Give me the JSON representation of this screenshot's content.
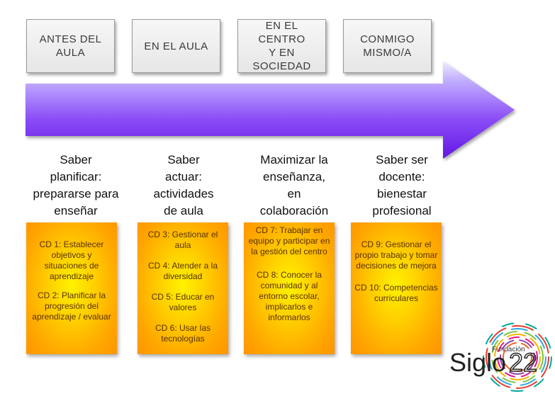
{
  "stages": [
    {
      "label": "ANTES DEL\nAULA"
    },
    {
      "label": "EN EL AULA"
    },
    {
      "label": "EN EL CENTRO\nY EN\nSOCIEDAD"
    },
    {
      "label": "CONMIGO\nMISMO/A"
    }
  ],
  "goals": [
    {
      "label": "Saber\nplanificar:\nprepararse para\nenseñar"
    },
    {
      "label": "Saber\nactuar:\nactividades\nde aula"
    },
    {
      "label": "Maximizar la\nenseñanza,\nen\ncolaboración"
    },
    {
      "label": "Saber ser\ndocente:\nbienestar\nprofesional"
    }
  ],
  "competencies": [
    {
      "items": [
        "CD 1: Establecer objetivos y situaciones de aprendizaje",
        "CD 2: Planificar la progresión del aprendizaje / evaluar"
      ]
    },
    {
      "items": [
        "CD 3: Gestionar el aula",
        "CD 4: Atender a la diversidad",
        "CD 5: Educar en valores",
        "CD 6: Usar las tecnologías"
      ]
    },
    {
      "items": [
        "CD 7: Trabajar en equipo y participar en la gestión del centro",
        "CD 8: Conocer la comunidad y al entorno escolar, implicarlos e informarlos"
      ]
    },
    {
      "items": [
        "CD 9: Gestionar el propio trabajo y tomar decisiones de mejora",
        "CD 10: Competencias curriculares"
      ]
    }
  ],
  "logo": {
    "small_text": "Fundación",
    "main_text": "Siglo",
    "number": "22"
  },
  "colors": {
    "arrow_light": "#ede7ff",
    "arrow_mid": "#a07cff",
    "arrow_dark": "#6a1fe8",
    "box_yellow": "#ffd000",
    "box_orange": "#ff9400"
  }
}
